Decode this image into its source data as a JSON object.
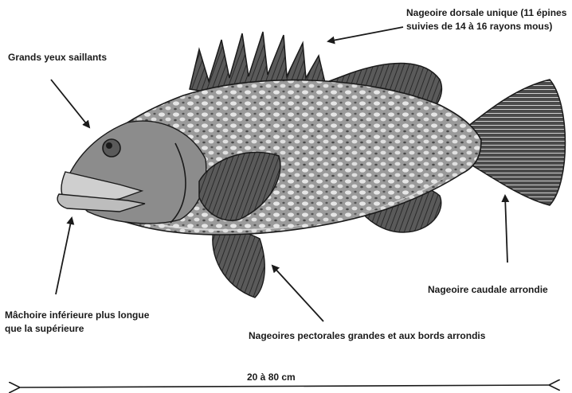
{
  "labels": {
    "eyes": "Grands yeux saillants",
    "dorsal": "Nageoire dorsale unique (11 épines suivies de 14 à 16 rayons mous)",
    "jaw": "Mâchoire inférieure plus longue que la supérieure",
    "pectoral": "Nageoires pectorales grandes et aux bords arrondis",
    "caudal": "Nageoire caudale arrondie",
    "size": "20 à 80 cm"
  },
  "colors": {
    "ink": "#1a1a1a",
    "body_dark": "#3a3a3a",
    "body_mid": "#8a8a8a",
    "body_light": "#d9d9d9"
  },
  "icons": {
    "fish": "grouper-illustration",
    "arrow": "arrow-icon",
    "double_arrow": "double-arrow-icon"
  }
}
